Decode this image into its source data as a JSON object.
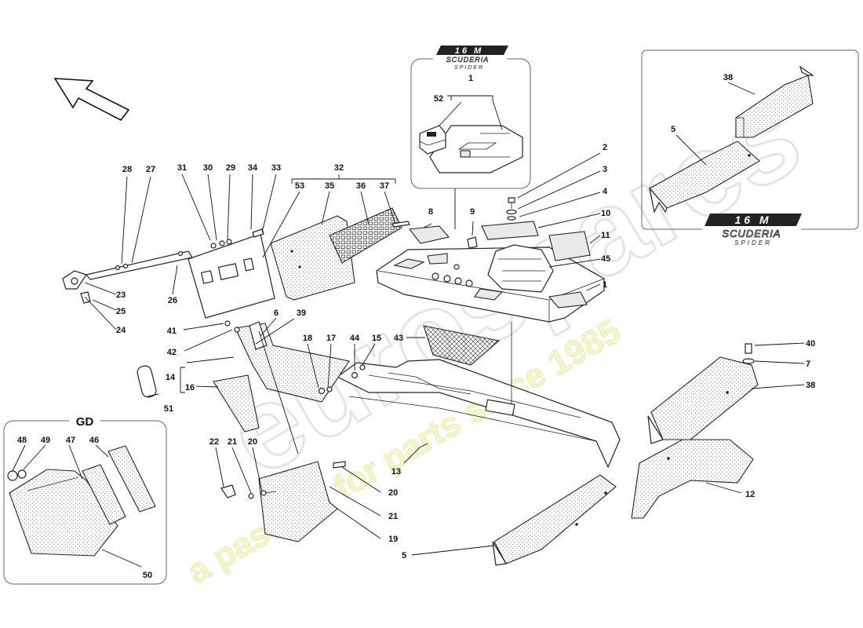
{
  "watermark": {
    "brand": "eurospares",
    "tagline": "a passion for parts since 1985"
  },
  "badge": {
    "line1": "16 M",
    "line2": "SCUDERIA",
    "line3": "SPIDER"
  },
  "inset_gd": {
    "title": "GD"
  },
  "group_32": "32",
  "colors": {
    "line": "#222222",
    "box": "#666666",
    "watermark_fill": "#dcdcdc",
    "tagline_fill": "#ecec9c"
  },
  "callouts": [
    {
      "id": "28",
      "label": "28"
    },
    {
      "id": "27",
      "label": "27"
    },
    {
      "id": "31",
      "label": "31"
    },
    {
      "id": "30",
      "label": "30"
    },
    {
      "id": "29",
      "label": "29"
    },
    {
      "id": "34",
      "label": "34"
    },
    {
      "id": "33",
      "label": "33"
    },
    {
      "id": "53",
      "label": "53"
    },
    {
      "id": "35",
      "label": "35"
    },
    {
      "id": "36",
      "label": "36"
    },
    {
      "id": "37",
      "label": "37"
    },
    {
      "id": "23",
      "label": "23"
    },
    {
      "id": "25",
      "label": "25"
    },
    {
      "id": "24",
      "label": "24"
    },
    {
      "id": "26",
      "label": "26"
    },
    {
      "id": "41",
      "label": "41"
    },
    {
      "id": "42",
      "label": "42"
    },
    {
      "id": "6",
      "label": "6"
    },
    {
      "id": "39",
      "label": "39"
    },
    {
      "id": "18",
      "label": "18"
    },
    {
      "id": "17",
      "label": "17"
    },
    {
      "id": "44",
      "label": "44"
    },
    {
      "id": "15",
      "label": "15"
    },
    {
      "id": "43",
      "label": "43"
    },
    {
      "id": "14",
      "label": "14"
    },
    {
      "id": "16",
      "label": "16"
    },
    {
      "id": "51",
      "label": "51"
    },
    {
      "id": "1-top",
      "label": "1"
    },
    {
      "id": "52",
      "label": "52"
    },
    {
      "id": "2",
      "label": "2"
    },
    {
      "id": "3",
      "label": "3"
    },
    {
      "id": "4",
      "label": "4"
    },
    {
      "id": "10",
      "label": "10"
    },
    {
      "id": "11",
      "label": "11"
    },
    {
      "id": "45",
      "label": "45"
    },
    {
      "id": "1",
      "label": "1"
    },
    {
      "id": "8",
      "label": "8"
    },
    {
      "id": "9",
      "label": "9"
    },
    {
      "id": "38-top",
      "label": "38"
    },
    {
      "id": "5-top",
      "label": "5"
    },
    {
      "id": "40",
      "label": "40"
    },
    {
      "id": "7",
      "label": "7"
    },
    {
      "id": "38",
      "label": "38"
    },
    {
      "id": "12",
      "label": "12"
    },
    {
      "id": "13",
      "label": "13"
    },
    {
      "id": "5",
      "label": "5"
    },
    {
      "id": "22",
      "label": "22"
    },
    {
      "id": "21",
      "label": "21"
    },
    {
      "id": "20",
      "label": "20"
    },
    {
      "id": "20-b",
      "label": "20"
    },
    {
      "id": "21-b",
      "label": "21"
    },
    {
      "id": "19",
      "label": "19"
    },
    {
      "id": "48",
      "label": "48"
    },
    {
      "id": "49",
      "label": "49"
    },
    {
      "id": "47",
      "label": "47"
    },
    {
      "id": "46",
      "label": "46"
    },
    {
      "id": "50",
      "label": "50"
    }
  ]
}
